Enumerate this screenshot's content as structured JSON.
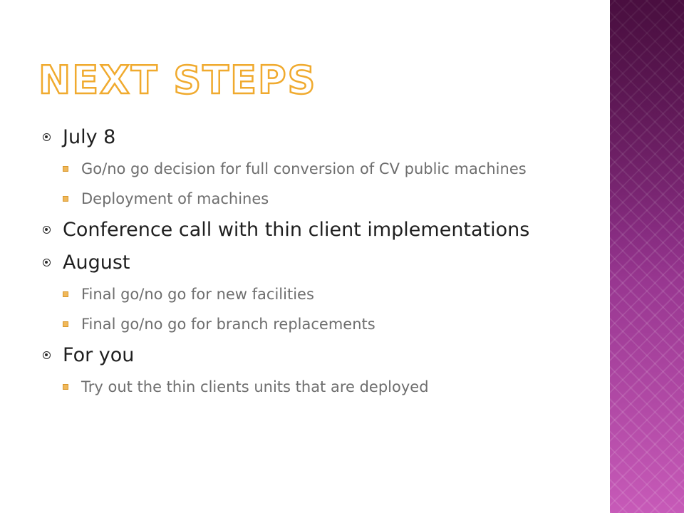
{
  "slide": {
    "title": "Next Steps",
    "accent_color": "#f0aa2e",
    "panel_color": "#8e2f88",
    "items": [
      {
        "text": "July 8",
        "subitems": [
          "Go/no go decision for full conversion of CV public machines",
          "Deployment of machines"
        ]
      },
      {
        "text": "Conference call with thin client implementations",
        "subitems": []
      },
      {
        "text": "August",
        "subitems": [
          "Final go/no go for new facilities",
          "Final go/no go for branch replacements"
        ]
      },
      {
        "text": "For you",
        "subitems": [
          "Try out the thin clients units that are deployed"
        ]
      }
    ]
  }
}
